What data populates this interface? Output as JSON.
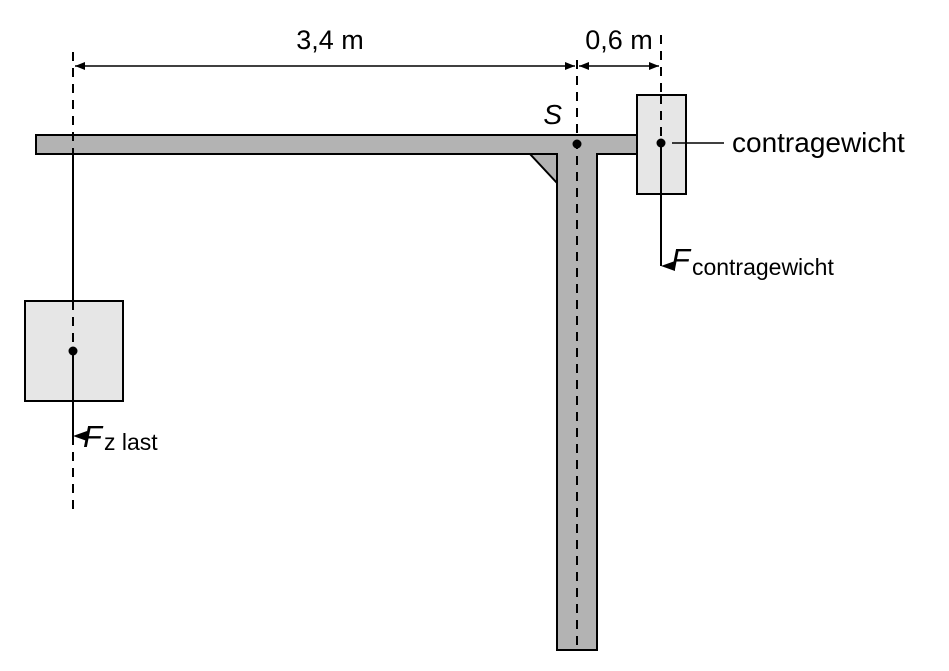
{
  "dimensions": {
    "left_span": "3,4 m",
    "right_span": "0,6 m"
  },
  "pivot": {
    "label": "S"
  },
  "counterweight": {
    "label": "contragewicht"
  },
  "forces": {
    "load": {
      "symbol": "F",
      "subscript": "z last"
    },
    "counterweight": {
      "symbol": "F",
      "subscript": "contragewicht"
    }
  },
  "colors": {
    "beam": "#b3b3b3",
    "weight_box": "#e6e6e6",
    "stroke": "#000000"
  }
}
